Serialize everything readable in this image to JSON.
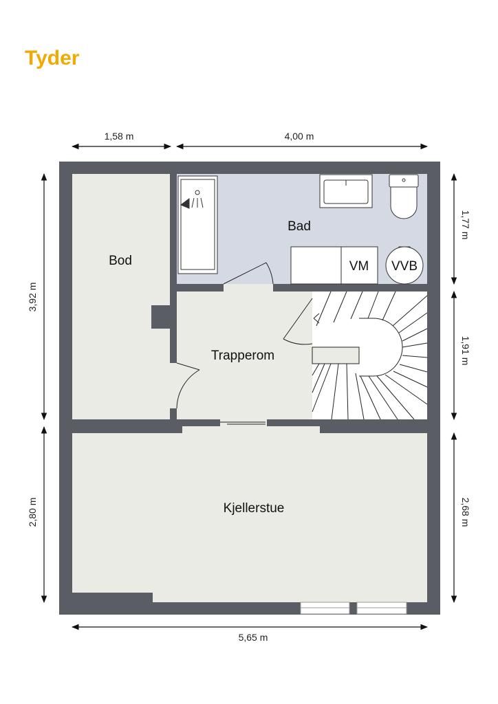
{
  "logo": {
    "text": "Tyder",
    "color": "#F2A900"
  },
  "colors": {
    "wall": "#5A5D63",
    "floor": "#EAEBE5",
    "bath_floor": "#D4D9E3",
    "line": "#222222"
  },
  "rooms": {
    "bod": "Bod",
    "bad": "Bad",
    "trapperom": "Trapperom",
    "kjellerstue": "Kjellerstue"
  },
  "fixtures": {
    "washer": "VM",
    "water_heater": "VVB"
  },
  "dimensions": {
    "top_left": "1,58 m",
    "top_right": "4,00 m",
    "left_upper": "3,92 m",
    "left_lower": "2,80 m",
    "right_upper": "1,77 m",
    "right_middle": "1,91 m",
    "right_lower": "2,68 m",
    "bottom": "5,65 m"
  }
}
